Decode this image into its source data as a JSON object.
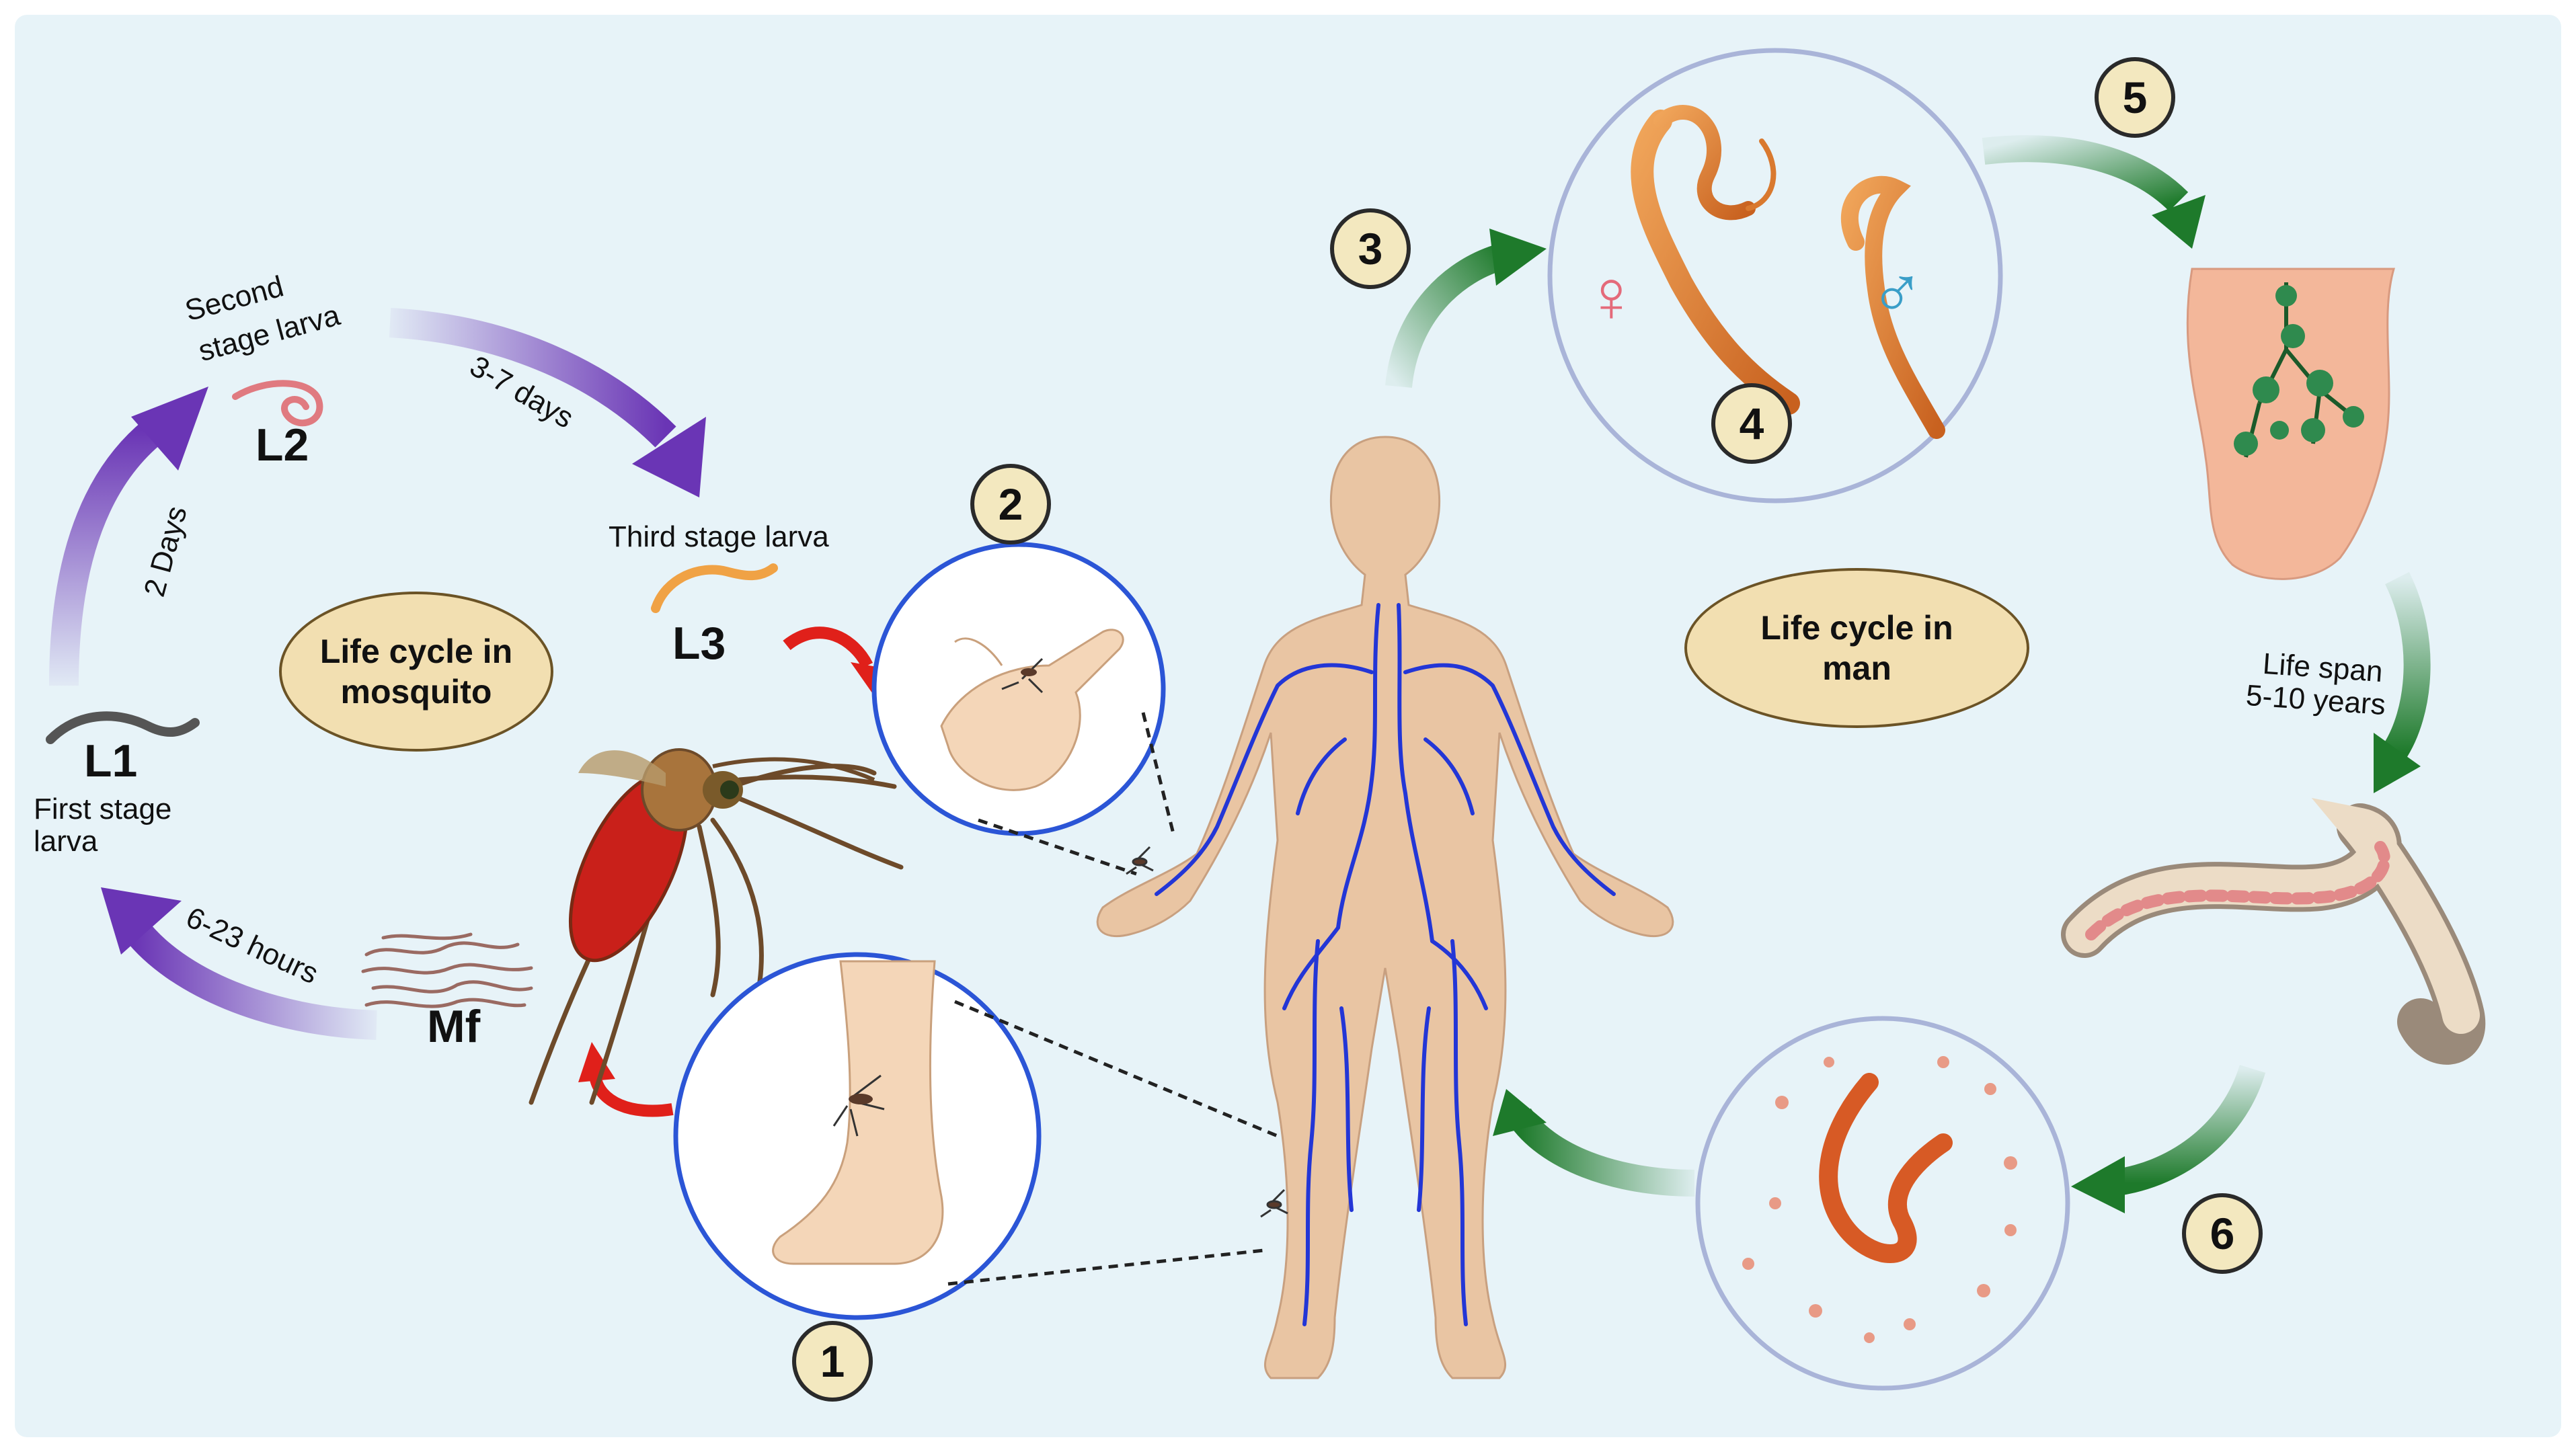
{
  "stages": {
    "l1": "L1",
    "l2": "L2",
    "l3": "L3",
    "mf": "Mf"
  },
  "captions": {
    "first_stage_line1": "First stage",
    "first_stage_line2": "larva",
    "second_stage_line1": "Second",
    "second_stage_line2": "stage larva",
    "third_stage": "Third stage larva",
    "life_span_line1": "Life span",
    "life_span_line2": "5-10 years"
  },
  "durations": {
    "two_days": "2 Days",
    "three_seven_days": "3-7 days",
    "six_23_hours": "6-23 hours"
  },
  "ovals": {
    "mosquito": "Life cycle in mosquito",
    "man": "Life cycle in man"
  },
  "steps": [
    "1",
    "2",
    "3",
    "4",
    "5",
    "6"
  ],
  "symbols": {
    "female": "♀",
    "male": "♂"
  },
  "colors": {
    "mosquito_cycle_arrow": "#6a35b5",
    "human_cycle_arrow": "#1e7a2b",
    "bite_arrow": "#e0201a",
    "lymphatics": "#2336d6",
    "worm": "#d9792f"
  }
}
